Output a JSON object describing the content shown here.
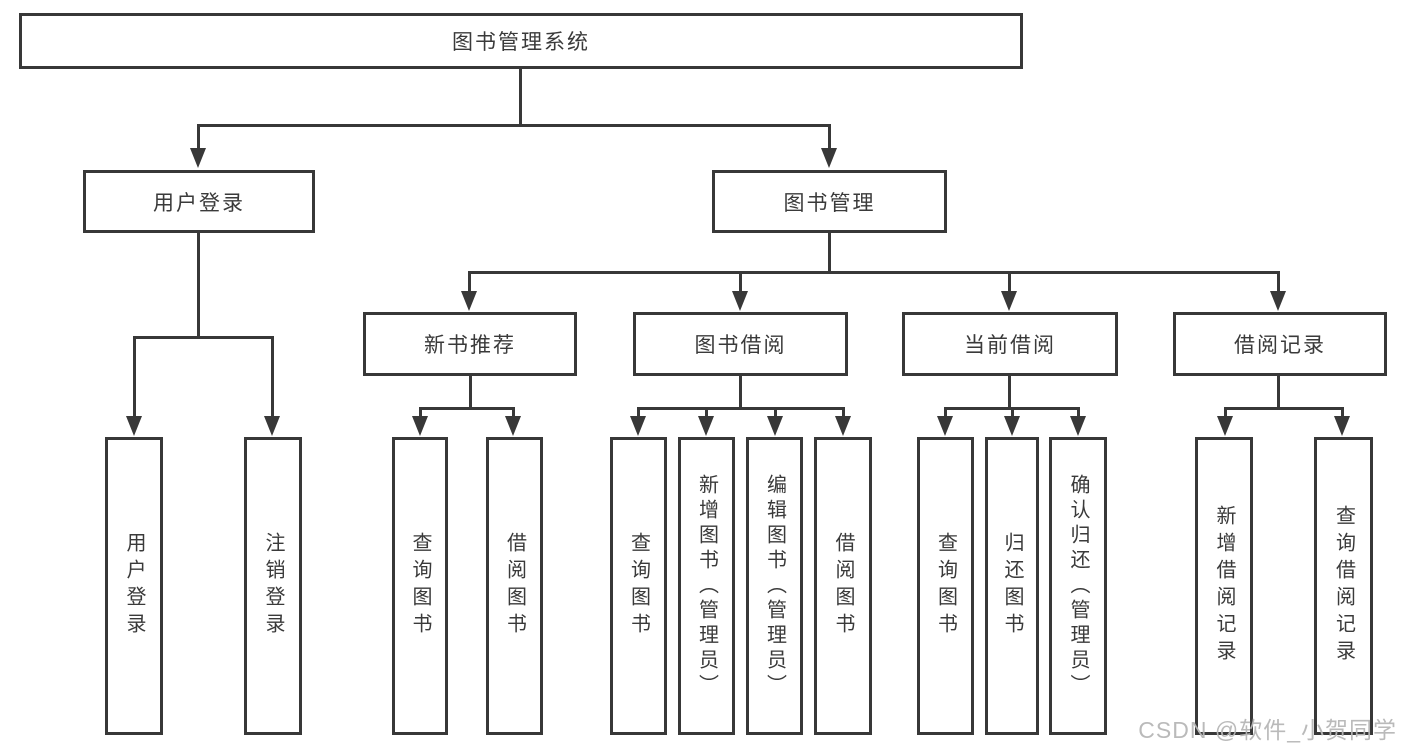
{
  "tree": {
    "label": "图书管理系统",
    "children": [
      {
        "label": "用户登录",
        "children": [
          {
            "label": "用户登录"
          },
          {
            "label": "注销登录"
          }
        ]
      },
      {
        "label": "图书管理",
        "children": [
          {
            "label": "新书推荐",
            "children": [
              {
                "label": "查询图书"
              },
              {
                "label": "借阅图书"
              }
            ]
          },
          {
            "label": "图书借阅",
            "children": [
              {
                "label": "查询图书"
              },
              {
                "label": "新增图书（管理员）"
              },
              {
                "label": "编辑图书（管理员）"
              },
              {
                "label": "借阅图书"
              }
            ]
          },
          {
            "label": "当前借阅",
            "children": [
              {
                "label": "查询图书"
              },
              {
                "label": "归还图书"
              },
              {
                "label": "确认归还（管理员）"
              }
            ]
          },
          {
            "label": "借阅记录",
            "children": [
              {
                "label": "新增借阅记录"
              },
              {
                "label": "查询借阅记录"
              }
            ]
          }
        ]
      }
    ]
  },
  "watermark": "CSDN @软件_小贺同学",
  "colors": {
    "line": "#383838",
    "text": "#3a3a3a",
    "background": "#ffffff",
    "watermark": "#b6b6b6"
  }
}
